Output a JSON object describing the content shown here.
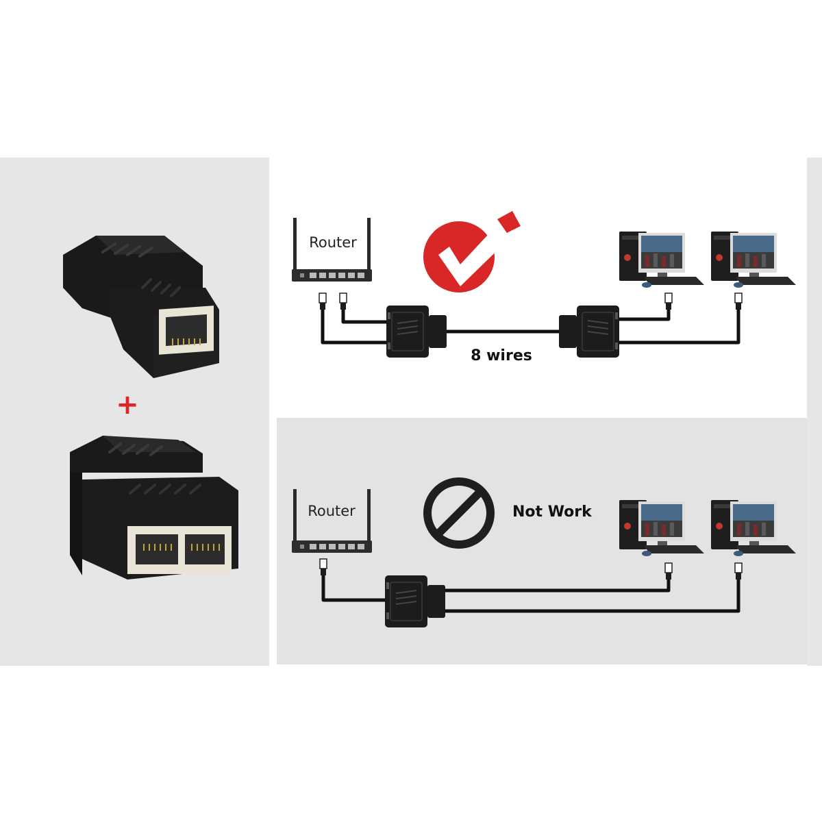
{
  "labels": {
    "router_top": "Router",
    "router_bottom": "Router",
    "wires": "8 wires",
    "not_work": "Not Work",
    "plus": "+"
  },
  "colors": {
    "accent_red": "#d92727",
    "panel_gray": "#e6e6e6",
    "connector_black": "#1c1c1c"
  },
  "icons": {
    "valid": "checkmark-badge-icon",
    "invalid": "prohibited-icon"
  }
}
